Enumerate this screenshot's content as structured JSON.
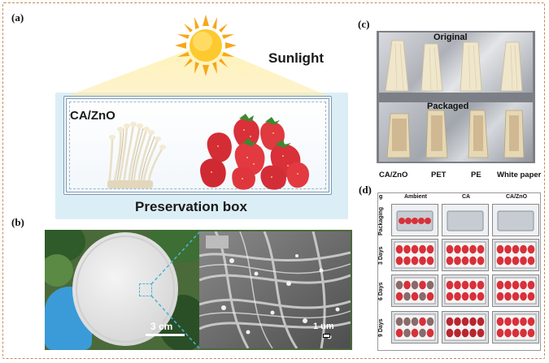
{
  "panels": {
    "a": {
      "label": "(a)",
      "sun_label": "Sunlight",
      "film_label": "CA/ZnO",
      "box_label": "Preservation box",
      "sun_icon": "sun-icon"
    },
    "b": {
      "label": "(b)",
      "scale_left": "3 cm",
      "scale_right": "1 um"
    },
    "c": {
      "label": "(c)",
      "top_title": "Original",
      "bottom_title": "Packaged",
      "captions": [
        "CA/ZnO",
        "PET",
        "PE",
        "White paper"
      ]
    },
    "d": {
      "label": "(d)",
      "corner": "g",
      "columns": [
        "Ambient",
        "CA",
        "CA/ZnO"
      ],
      "rows": [
        "Packaging",
        "3 Days",
        "6 Days",
        "9 Days"
      ]
    }
  },
  "colors": {
    "frame": "#c98a4f",
    "box_bg": "#dbeef6",
    "glove": "#3a9bd8",
    "strawberry": "#d9303a"
  }
}
